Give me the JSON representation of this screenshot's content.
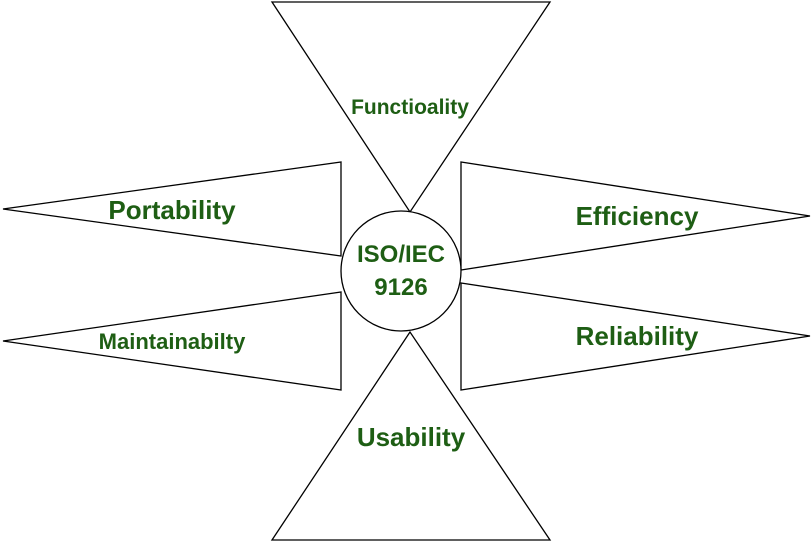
{
  "diagram": {
    "center": {
      "line1": "ISO/IEC",
      "line2": "9126"
    },
    "characteristics": {
      "top": "Functioality",
      "upper_left": "Portability",
      "lower_left": "Maintainabilty",
      "upper_right": "Efficiency",
      "lower_right": "Reliability",
      "bottom": "Usability"
    },
    "colors": {
      "label_text": "#1e5e14",
      "outline": "#000000",
      "background": "#ffffff"
    }
  }
}
